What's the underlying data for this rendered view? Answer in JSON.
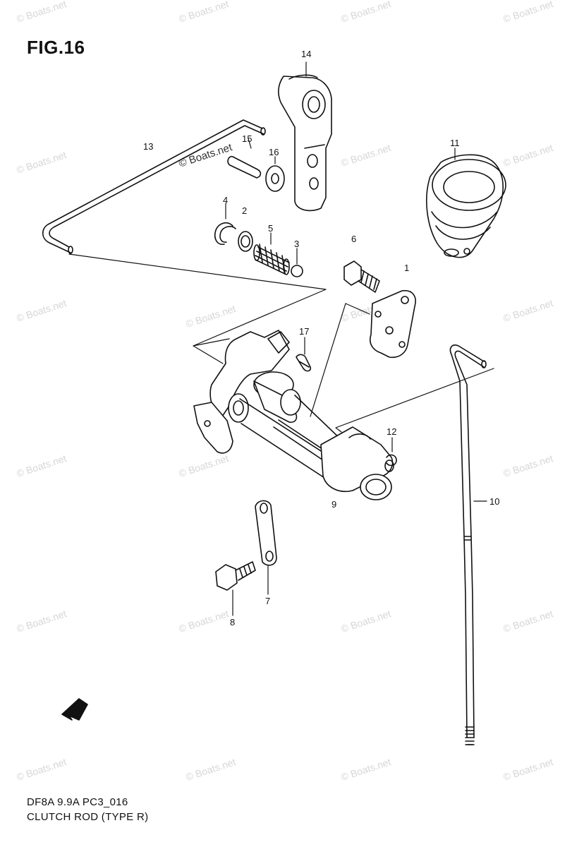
{
  "figure": {
    "title": "FIG.16"
  },
  "caption": {
    "line1": "DF8A 9.9A PC3_016",
    "line2": "CLUTCH ROD (TYPE R)"
  },
  "watermark": {
    "text": "© Boats.net"
  },
  "fwd_icon": {
    "label": "FWD"
  },
  "parts": [
    {
      "number": "14",
      "name": "clutch-lever"
    },
    {
      "number": "13",
      "name": "clutch-rod-upper"
    },
    {
      "number": "15",
      "name": "pin"
    },
    {
      "number": "16",
      "name": "washer"
    },
    {
      "number": "11",
      "name": "grommet"
    },
    {
      "number": "4",
      "name": "snap-ring"
    },
    {
      "number": "2",
      "name": "washer-small"
    },
    {
      "number": "5",
      "name": "spring"
    },
    {
      "number": "3",
      "name": "ball"
    },
    {
      "number": "6",
      "name": "bolt"
    },
    {
      "number": "1",
      "name": "plate"
    },
    {
      "number": "17",
      "name": "cotter-pin"
    },
    {
      "number": "12",
      "name": "clip"
    },
    {
      "number": "9",
      "name": "shaft-assembly"
    },
    {
      "number": "10",
      "name": "clutch-rod-lower"
    },
    {
      "number": "7",
      "name": "link"
    },
    {
      "number": "8",
      "name": "bolt-small"
    }
  ]
}
